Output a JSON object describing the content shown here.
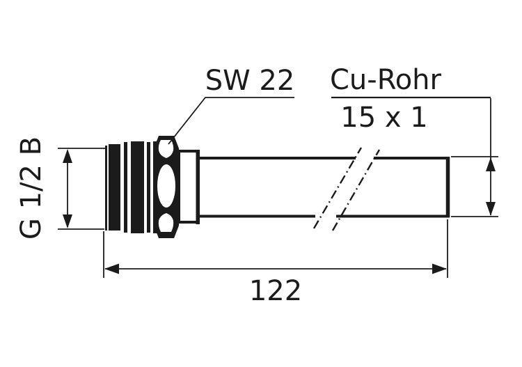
{
  "drawing": {
    "kind": "technical-drawing",
    "subject": "threaded-fitting-with-copper-pipe",
    "colors": {
      "line": "#1b1b1b",
      "background": "#ffffff"
    },
    "labels": {
      "wrench_size": "SW 22",
      "pipe_material": "Cu-Rohr",
      "pipe_dimensions": "15 x 1",
      "thread_size": "G 1/2 B",
      "overall_length": "122"
    }
  }
}
